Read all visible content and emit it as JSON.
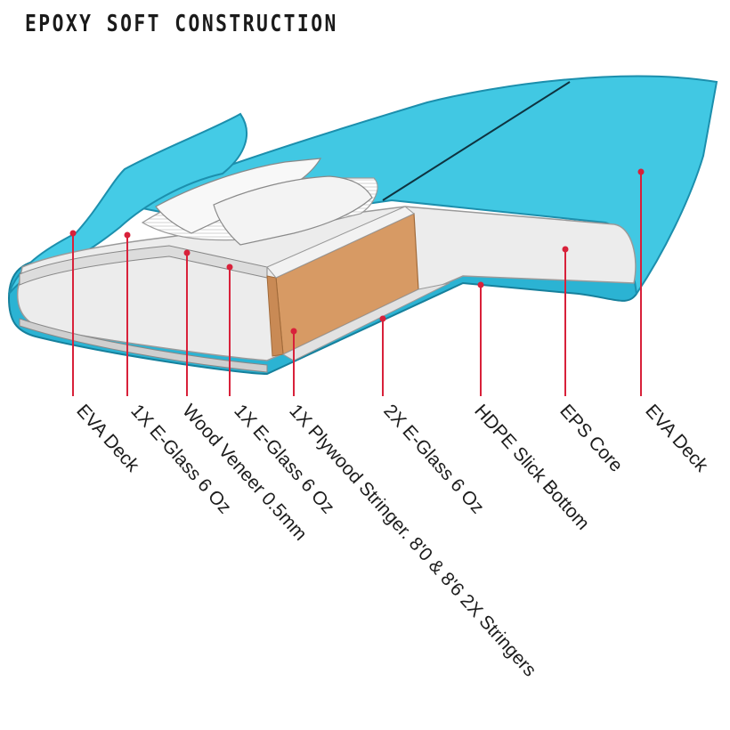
{
  "title": "EPOXY SOFT CONSTRUCTION",
  "colors": {
    "deck": "#3ec7e2",
    "deck_dark": "#1ea6c4",
    "core": "#eeeeee",
    "stringer": "#d89b66",
    "leader": "#d8213a"
  },
  "labels": [
    {
      "id": "eva-deck-left",
      "text": "EVA Deck"
    },
    {
      "id": "e-glass-1x-a",
      "text": "1X E-Glass 6 Oz"
    },
    {
      "id": "wood-veneer",
      "text": "Wood Veneer 0.5mm"
    },
    {
      "id": "e-glass-1x-b",
      "text": "1X E-Glass 6 Oz"
    },
    {
      "id": "plywood-stringer",
      "text": "1X Plywood Stringer. 8'0 & 8'6 2X Stringers"
    },
    {
      "id": "e-glass-2x",
      "text": "2X E-Glass 6 Oz"
    },
    {
      "id": "hdpe-bottom",
      "text": "HDPE Slick Bottom"
    },
    {
      "id": "eps-core",
      "text": "EPS Core"
    },
    {
      "id": "eva-deck-right",
      "text": "EVA Deck"
    }
  ]
}
